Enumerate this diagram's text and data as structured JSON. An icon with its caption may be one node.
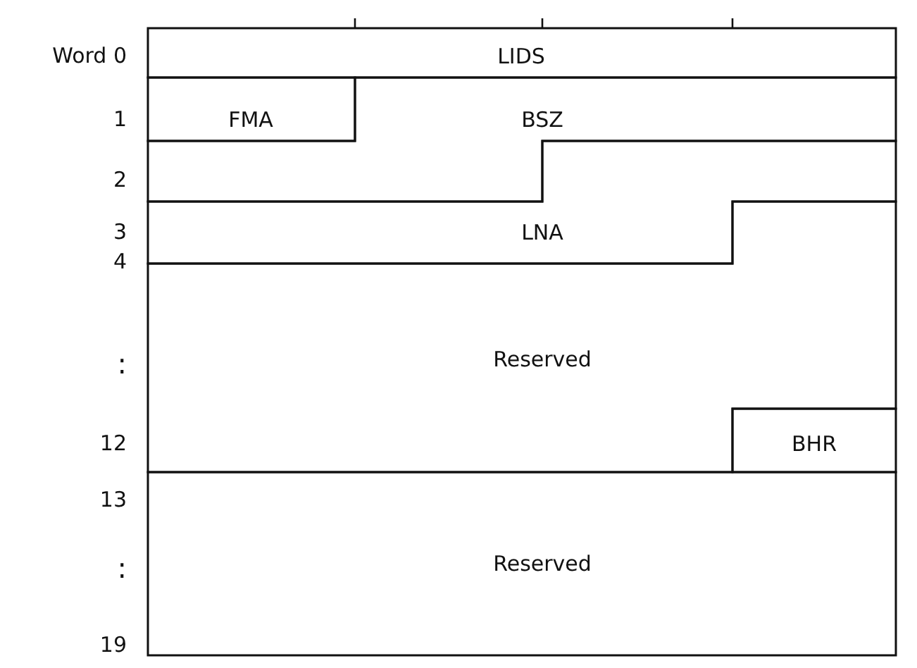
{
  "diagram": {
    "nodes": [
      {
        "text": [
          "LIDS"
        ]
      },
      {
        "text": [
          "FMA"
        ]
      },
      {
        "text": [
          "BSZ"
        ]
      },
      {
        "text": [
          "LNA"
        ]
      },
      {
        "text": [
          "Reserved"
        ]
      },
      {
        "text": [
          "BHR"
        ]
      },
      {
        "text": [
          "Reserved"
        ]
      }
    ],
    "labels": [
      "Word 0",
      "1",
      "2",
      "3",
      "4",
      ":",
      "12",
      "13",
      ":",
      "19"
    ]
  }
}
